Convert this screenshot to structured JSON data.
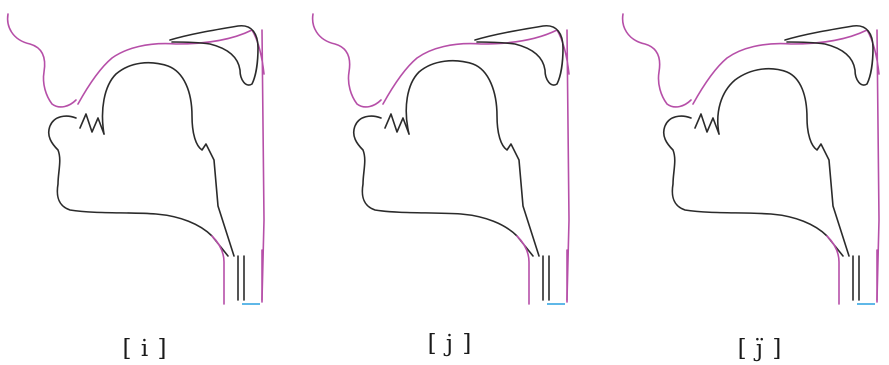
{
  "panels": [
    {
      "id": "i",
      "caption": "[ i ]"
    },
    {
      "id": "j",
      "caption": "[ j ]"
    },
    {
      "id": "j-dot",
      "caption": "[ j̈ ]"
    }
  ],
  "colors": {
    "palate_outline": "#b64fa8",
    "tongue_outline": "#2b2b2b",
    "glottis": "#5fb8e8"
  }
}
